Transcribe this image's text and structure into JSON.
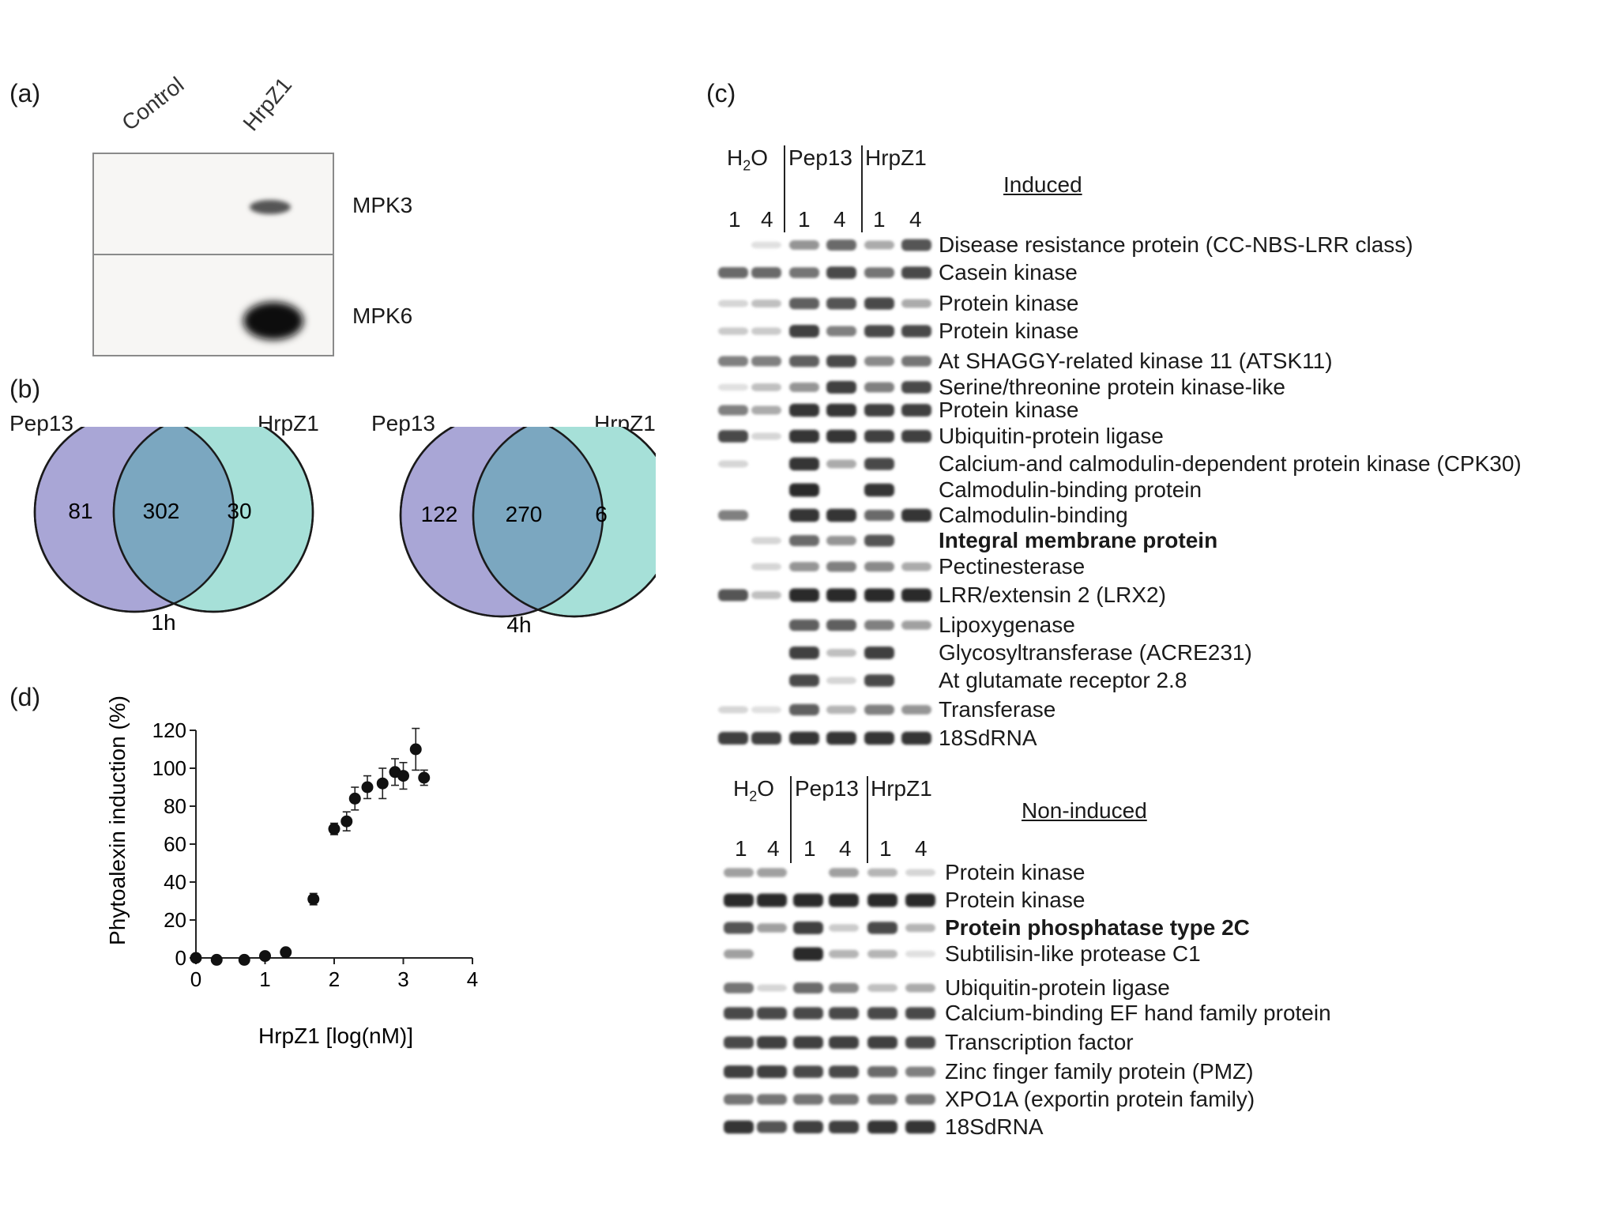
{
  "panels": {
    "a": {
      "label": "(a)",
      "columns": [
        "Control",
        "HrpZ1"
      ],
      "rows": [
        "MPK3",
        "MPK6"
      ]
    },
    "b": {
      "label": "(b)",
      "venns": [
        {
          "left_name": "Pep13",
          "right_name": "HrpZ1",
          "left_only": "81",
          "both": "302",
          "right_only": "30",
          "time": "1h"
        },
        {
          "left_name": "Pep13",
          "right_name": "HrpZ1",
          "left_only": "122",
          "both": "270",
          "right_only": "6",
          "time": "4h"
        }
      ],
      "colors": {
        "left": "#a9a6d6",
        "right": "#a6e0d8",
        "overlap": "#7ba7c0"
      }
    },
    "c": {
      "label": "(c)",
      "lane_groups": [
        "H2O",
        "Pep13",
        "HrpZ1"
      ],
      "lane_numbers": [
        "1",
        "4",
        "1",
        "4",
        "1",
        "4"
      ],
      "induced": {
        "heading": "Induced",
        "genes": [
          "Disease resistance protein (CC-NBS-LRR class)",
          "Casein kinase",
          "Protein kinase",
          "Protein kinase",
          "At SHAGGY-related kinase 11 (ATSK11)",
          "Serine/threonine protein kinase-like",
          "Protein kinase",
          "Ubiquitin-protein ligase",
          "Calcium-and calmodulin-dependent protein kinase (CPK30)",
          "Calmodulin-binding protein",
          "Calmodulin-binding",
          "Integral membrane protein",
          "Pectinesterase",
          "LRR/extensin 2 (LRX2)",
          "Lipoxygenase",
          "Glycosyltransferase (ACRE231)",
          "At glutamate receptor 2.8",
          "Transferase",
          "18SdRNA"
        ]
      },
      "noninduced": {
        "heading": "Non-induced",
        "genes": [
          "Protein kinase",
          "Protein kinase",
          "Protein phosphatase type 2C",
          "Subtilisin-like protease C1",
          "Ubiquitin-protein ligase",
          "Calcium-binding EF hand family protein",
          "Transcription factor",
          "Zinc finger family protein (PMZ)",
          "XPO1A (exportin protein family)",
          "18SdRNA"
        ]
      }
    },
    "d": {
      "label": "(d)"
    }
  },
  "chart_data": {
    "type": "scatter",
    "xlabel": "HrpZ1 [log(nM)]",
    "ylabel": "Phytoalexin induction (%)",
    "xlim": [
      0,
      4
    ],
    "ylim": [
      0,
      120
    ],
    "xticks": [
      "0",
      "1",
      "2",
      "3",
      "4"
    ],
    "yticks": [
      "0",
      "20",
      "40",
      "60",
      "80",
      "100",
      "120"
    ],
    "x": [
      0,
      0.3,
      0.7,
      1.0,
      1.3,
      1.7,
      2.0,
      2.18,
      2.3,
      2.48,
      2.7,
      2.88,
      3.0,
      3.18,
      3.3
    ],
    "y": [
      0,
      -1,
      -1,
      1,
      3,
      31,
      68,
      72,
      84,
      90,
      92,
      98,
      96,
      110,
      95
    ],
    "err": [
      1,
      1,
      1,
      1,
      1,
      3,
      3,
      5,
      6,
      6,
      8,
      7,
      7,
      11,
      4
    ]
  }
}
